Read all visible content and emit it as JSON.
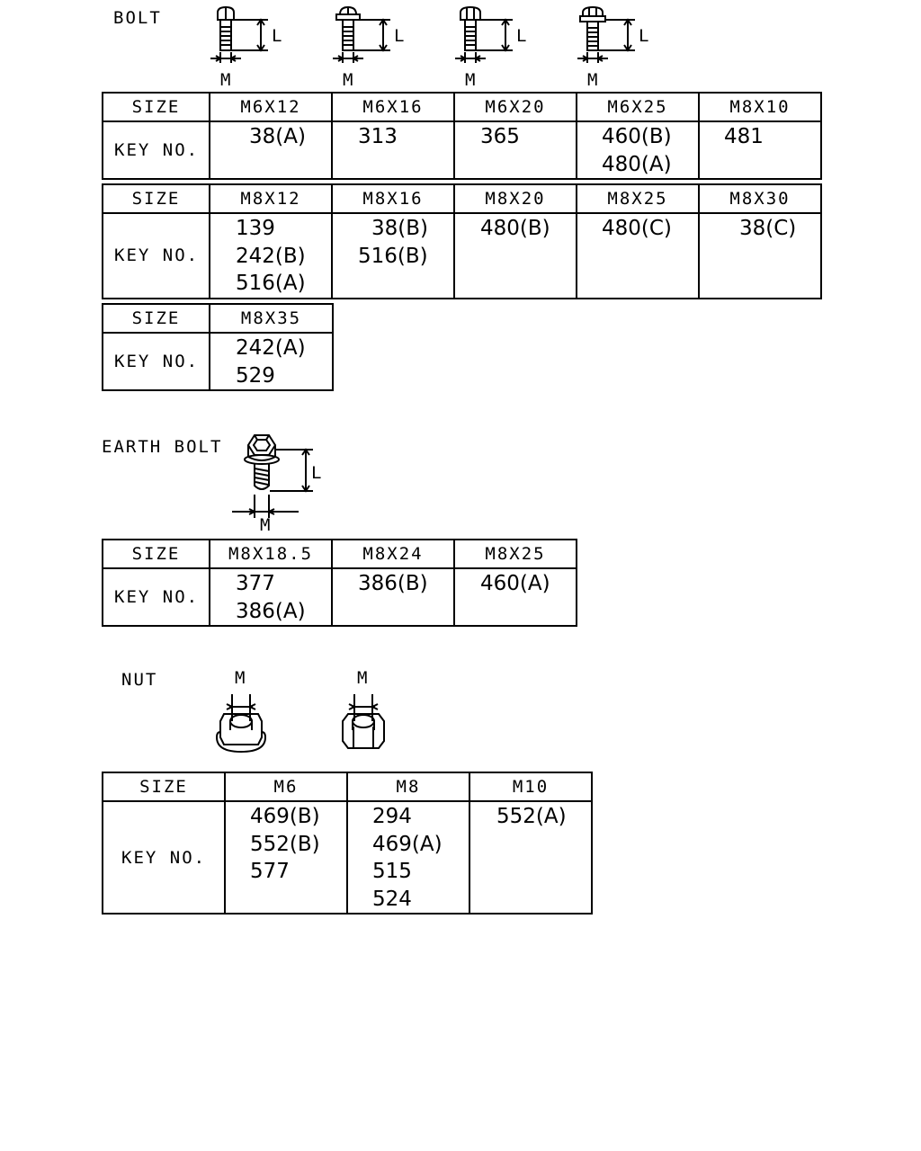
{
  "bolt": {
    "title": "BOLT",
    "dim_l": "L",
    "dim_m": "M",
    "tables": [
      {
        "size_label": "SIZE",
        "key_label": "KEY NO.",
        "sizes": [
          "M6X12",
          "M6X16",
          "M6X20",
          "M6X25",
          "M8X10"
        ],
        "keys": [
          [
            "38(A)"
          ],
          [
            "313"
          ],
          [
            "365"
          ],
          [
            "460(B)",
            "480(A)"
          ],
          [
            "481"
          ]
        ]
      },
      {
        "size_label": "SIZE",
        "key_label": "KEY NO.",
        "sizes": [
          "M8X12",
          "M8X16",
          "M8X20",
          "M8X25",
          "M8X30"
        ],
        "keys": [
          [
            "139",
            "242(B)",
            "516(A)"
          ],
          [
            "38(B)",
            "516(B)"
          ],
          [
            "480(B)"
          ],
          [
            "480(C)"
          ],
          [
            "38(C)"
          ]
        ]
      },
      {
        "size_label": "SIZE",
        "key_label": "KEY NO.",
        "sizes": [
          "M8X35"
        ],
        "keys": [
          [
            "242(A)",
            "529"
          ]
        ]
      }
    ]
  },
  "earth_bolt": {
    "title": "EARTH BOLT",
    "dim_l": "L",
    "dim_m": "M",
    "table": {
      "size_label": "SIZE",
      "key_label": "KEY NO.",
      "sizes": [
        "M8X18.5",
        "M8X24",
        "M8X25"
      ],
      "keys": [
        [
          "377",
          "386(A)"
        ],
        [
          "386(B)"
        ],
        [
          "460(A)"
        ]
      ]
    }
  },
  "nut": {
    "title": "NUT",
    "dim_m": "M",
    "table": {
      "size_label": "SIZE",
      "key_label": "KEY NO.",
      "sizes": [
        "M6",
        "M8",
        "M10"
      ],
      "keys": [
        [
          "469(B)",
          "552(B)",
          "577"
        ],
        [
          "294",
          "469(A)",
          "515",
          "524"
        ],
        [
          "552(A)"
        ]
      ]
    }
  }
}
